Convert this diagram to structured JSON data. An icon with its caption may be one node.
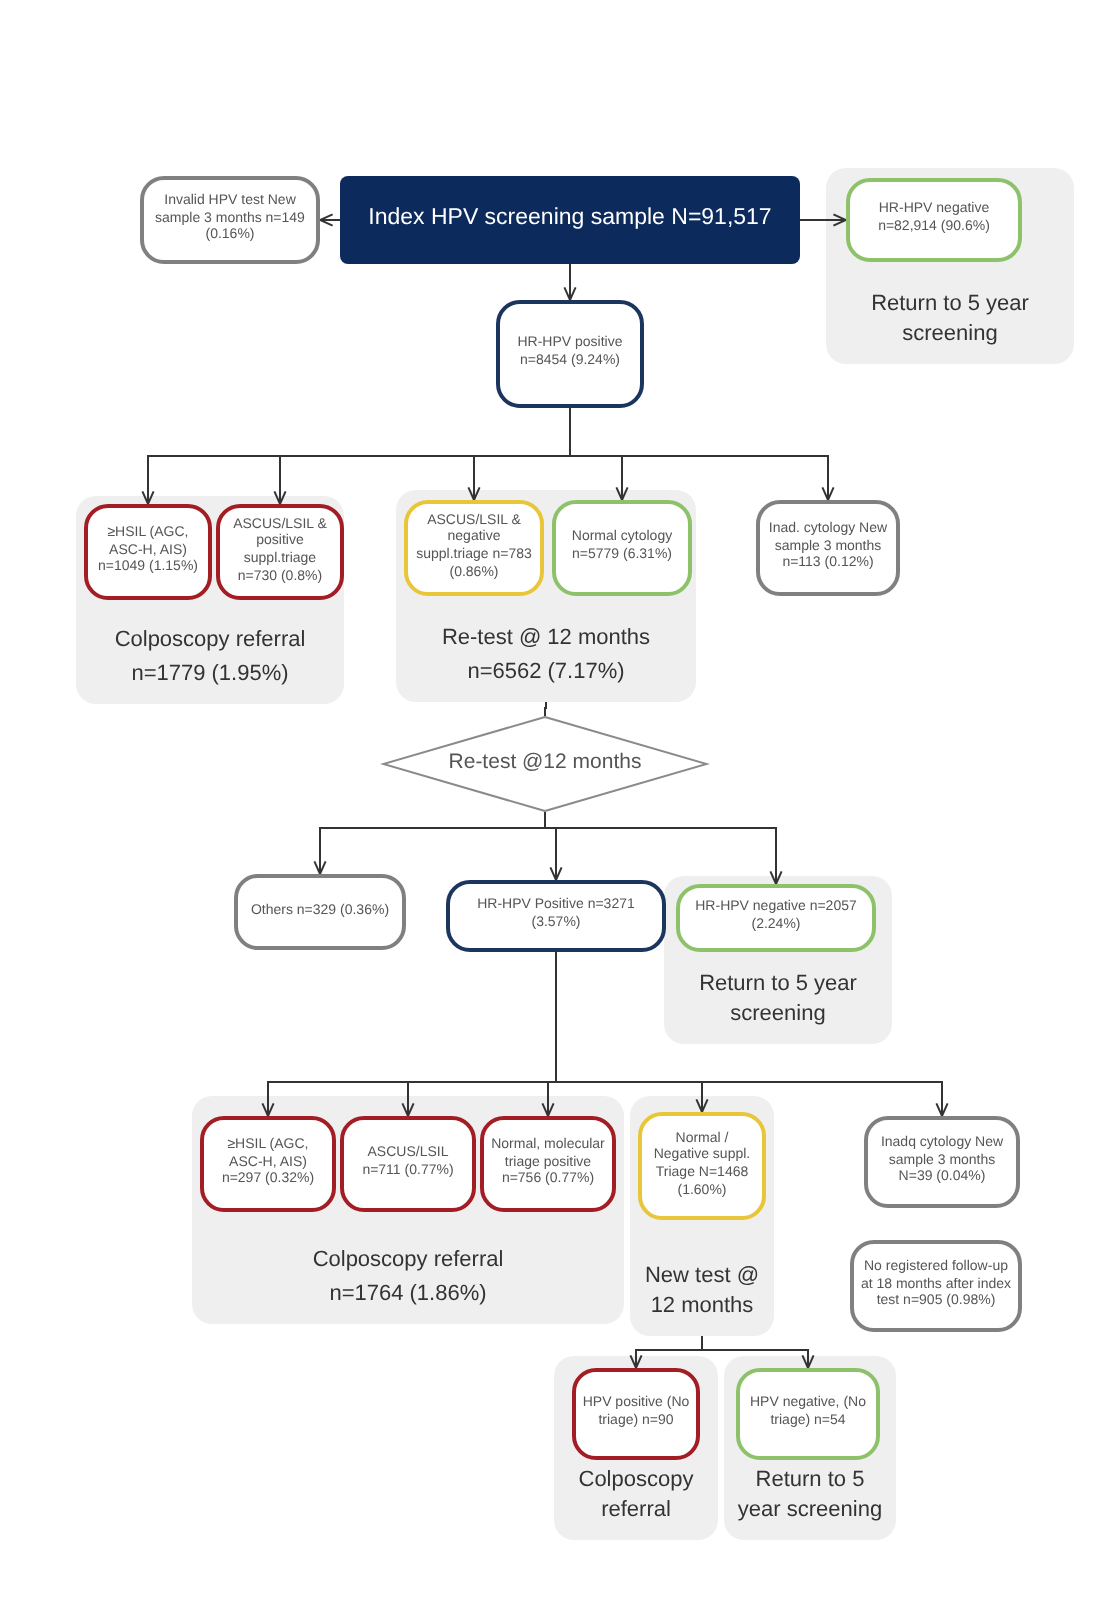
{
  "diagram": {
    "nodes": [
      {
        "text": [
          "Invalid HPV test New sample 3 months n=149 (0.16%)"
        ]
      },
      {
        "text": [
          "Index HPV screening sample N=91,517"
        ]
      },
      {
        "text": [
          "Return to 5 year screening"
        ]
      },
      {
        "text": [
          "HR-HPV negative n=82,914 (90.6%)"
        ],
        "in": 2
      },
      {
        "text": [
          "HR-HPV positive n=8454 (9.24%)"
        ]
      },
      {
        "text": [
          "Colposcopy referral",
          "n=1779 (1.95%)"
        ]
      },
      {
        "text": [
          "≥HSIL (AGC, ASC-H, AIS) n=1049 (1.15%)"
        ],
        "in": 5
      },
      {
        "text": [
          "ASCUS/LSIL & positive suppl.triage n=730 (0.8%)"
        ],
        "in": 5
      },
      {
        "text": [
          "Re-test @ 12 months",
          "n=6562 (7.17%)"
        ]
      },
      {
        "text": [
          "ASCUS/LSIL & negative suppl.triage n=783 (0.86%)"
        ],
        "in": 8
      },
      {
        "text": [
          "Normal cytology n=5779 (6.31%)"
        ],
        "in": 8
      },
      {
        "text": [
          "Inad. cytology New sample 3 months n=113 (0.12%)"
        ]
      },
      {
        "text": [
          "Re-test @12 months"
        ]
      },
      {
        "text": [
          "Others n=329 (0.36%)"
        ]
      },
      {
        "text": [
          "HR-HPV Positive n=3271 (3.57%)"
        ]
      },
      {
        "text": [
          "Return to 5 year screening"
        ]
      },
      {
        "text": [
          "HR-HPV negative n=2057 (2.24%)"
        ],
        "in": 15
      },
      {
        "text": [
          "Colposcopy referral",
          "n=1764 (1.86%)"
        ]
      },
      {
        "text": [
          "≥HSIL (AGC, ASC-H, AIS) n=297 (0.32%)"
        ],
        "in": 17
      },
      {
        "text": [
          "ASCUS/LSIL n=711 (0.77%)"
        ],
        "in": 17
      },
      {
        "text": [
          "Normal, molecular triage positive n=756 (0.77%)"
        ],
        "in": 17
      },
      {
        "text": [
          "New test @ 12 months"
        ]
      },
      {
        "text": [
          "Normal / Negative suppl. Triage N=1468 (1.60%)"
        ],
        "in": 21
      },
      {
        "text": [
          "Inadq cytology New sample 3 months N=39 (0.04%)"
        ]
      },
      {
        "text": [
          "No registered follow-up at 18 months after index test n=905 (0.98%)"
        ]
      },
      {
        "text": [
          "Colposcopy referral"
        ]
      },
      {
        "text": [
          "HPV positive (No triage) n=90"
        ],
        "in": 25
      },
      {
        "text": [
          "Return to 5 year screening"
        ]
      },
      {
        "text": [
          "HPV negative, (No triage) n=54"
        ],
        "in": 27
      }
    ],
    "edges": [
      {
        "from": 1,
        "to": 0,
        "arrow": "to"
      },
      {
        "from": 1,
        "to": 3,
        "arrow": "to"
      },
      {
        "from": 1,
        "to": 4,
        "arrow": "to"
      },
      {
        "from": 4,
        "to": 6,
        "arrow": "to"
      },
      {
        "from": 4,
        "to": 7,
        "arrow": "to"
      },
      {
        "from": 4,
        "to": 9,
        "arrow": "to"
      },
      {
        "from": 4,
        "to": 10,
        "arrow": "to"
      },
      {
        "from": 4,
        "to": 11,
        "arrow": "to"
      },
      {
        "from": 8,
        "to": 12,
        "arrow": "none"
      },
      {
        "from": 12,
        "to": 13,
        "arrow": "to"
      },
      {
        "from": 12,
        "to": 14,
        "arrow": "to"
      },
      {
        "from": 12,
        "to": 16,
        "arrow": "to"
      },
      {
        "from": 14,
        "to": 18,
        "arrow": "to"
      },
      {
        "from": 14,
        "to": 19,
        "arrow": "to"
      },
      {
        "from": 14,
        "to": 20,
        "arrow": "to"
      },
      {
        "from": 14,
        "to": 22,
        "arrow": "to"
      },
      {
        "from": 14,
        "to": 23,
        "arrow": "to"
      },
      {
        "from": 21,
        "to": 26,
        "arrow": "to"
      },
      {
        "from": 21,
        "to": 28,
        "arrow": "to"
      }
    ]
  }
}
